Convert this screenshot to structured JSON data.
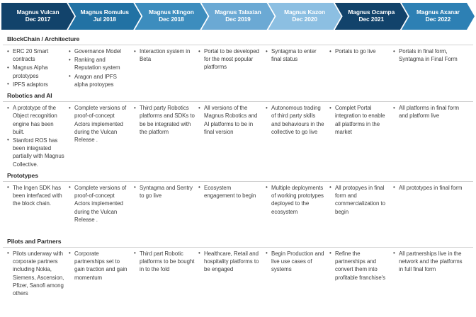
{
  "timeline": {
    "milestones": [
      {
        "name": "Magnus Vulcan",
        "date": "Dec 2017",
        "color": "#12436b"
      },
      {
        "name": "Magnus Romulus",
        "date": "Jul 2018",
        "color": "#2272a4"
      },
      {
        "name": "Magnus Klingon",
        "date": "Dec 2018",
        "color": "#3d8dbe"
      },
      {
        "name": "Magnus Talaxian",
        "date": "Dec 2019",
        "color": "#6ba9d4"
      },
      {
        "name": "Magnus Kazon",
        "date": "Dec 2020",
        "color": "#8cbfe2"
      },
      {
        "name": "Magnus Ocampa",
        "date": "Dec 2021",
        "color": "#12436b"
      },
      {
        "name": "Magnus Axanar",
        "date": "Dec 2022",
        "color": "#2d80b4"
      }
    ]
  },
  "sections": [
    {
      "title": "BlockChain / Architecture",
      "columns": [
        {
          "items": [
            "ERC 20 Smart contracts",
            "Magnus Alpha prototypes",
            "IPFS adaptors"
          ]
        },
        {
          "items": [
            "Governance Model",
            "Ranking and Reputation system",
            "Aragon and IPFS alpha protoypes"
          ]
        },
        {
          "items": [
            "Interaction system in Beta"
          ]
        },
        {
          "items": [
            "Portal to be developed for the most popular platforms"
          ]
        },
        {
          "items": [
            "Syntagma to enter final status"
          ]
        },
        {
          "items": [
            "Portals to go live"
          ]
        },
        {
          "items": [
            "Portals in final form, Syntagma in Final Form"
          ]
        }
      ]
    },
    {
      "title": "Robotics and AI",
      "columns": [
        {
          "items": [
            "A prototype of the Object recognition engine has been built.",
            "Stanford ROS has been integrated partially with Magnus Collective."
          ]
        },
        {
          "items": [
            "Complete versions of proof-of-concept Actors implemented during the Vulcan Release ."
          ]
        },
        {
          "items": [
            "Third party Robotics platforms and SDKs to be be integrated with the platform"
          ]
        },
        {
          "items": [
            "All versions of the Magnus Robotics and AI platforms to be in final version"
          ]
        },
        {
          "items": [
            "Autonomous trading of third party skills and behaviours in the collective to go live"
          ]
        },
        {
          "items": [
            "Complet Portal integration to enable all platforms in the market"
          ]
        },
        {
          "items": [
            "All platforms in final form and platform live"
          ]
        }
      ]
    },
    {
      "title": "Prototypes",
      "columns": [
        {
          "items": [
            "The Ingen SDK has been interfaced with the block chain."
          ]
        },
        {
          "items": [
            "Complete versions of proof-of-concept Actors implemented during the Vulcan Release ."
          ]
        },
        {
          "items": [
            "Syntagma and Sentry to go live"
          ]
        },
        {
          "items": [
            "Ecosystem engagement to begin"
          ]
        },
        {
          "items": [
            "Multiple deployments of working prototypes deployed to the ecosystem"
          ]
        },
        {
          "items": [
            "All protopyes in final form and commercialization to begin"
          ]
        },
        {
          "items": [
            "All prototypes in final form"
          ]
        }
      ]
    },
    {
      "title": "Pilots and Partners",
      "columns": [
        {
          "items": [
            "Pilots underway with corporate partners including Nokia, Siemens, Ascension, Pfizer, Sanofi among others"
          ]
        },
        {
          "items": [
            "Corporate partnerships set to gain traction and gain momentum"
          ]
        },
        {
          "items": [
            "Third part Robotic platforms to be bought in to the fold"
          ]
        },
        {
          "items": [
            "Healthcare, Retail and hospitality platforms to be engaged"
          ]
        },
        {
          "items": [
            "Begin Production and live use cases of systems"
          ]
        },
        {
          "items": [
            "Refine the partnerships and convert them into profitable franchise's"
          ]
        },
        {
          "items": [
            "All partnerships live in the network and the platforms in full final form"
          ]
        }
      ]
    }
  ]
}
